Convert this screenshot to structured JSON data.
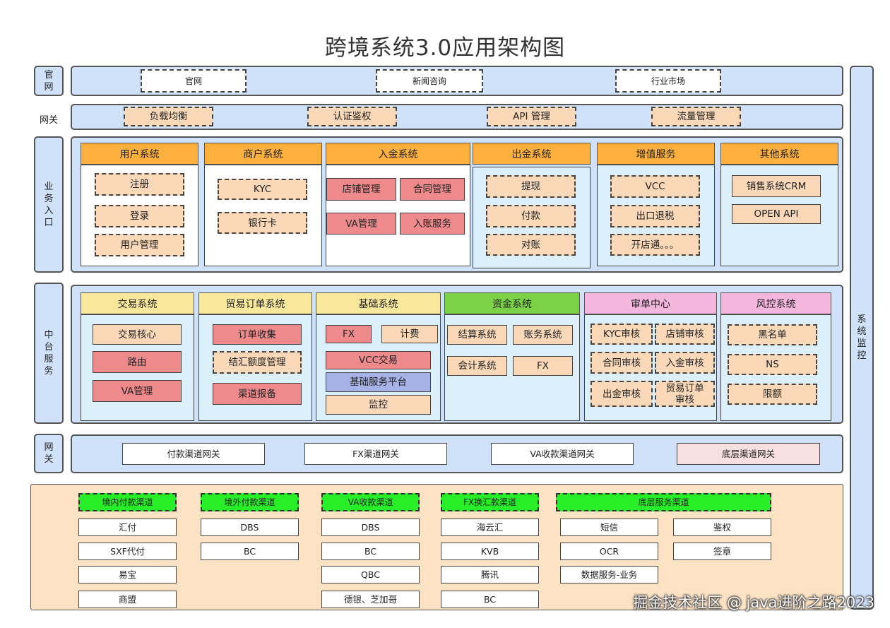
{
  "title": "跨境系统3.0应用架构图",
  "colors": {
    "band_blue": "#cfe2fa",
    "panel_blue": "#dcf0fb",
    "header_orange": "#fdb03d",
    "header_yellow": "#f9e89c",
    "header_green": "#7cd247",
    "header_pink": "#f3b7de",
    "box_peach": "#fbd9b8",
    "box_red": "#ee8a8c",
    "box_violet": "#a7b2e6",
    "channel_green": "#28ee28",
    "bottom_peach": "#fde3c4"
  },
  "labels": {
    "official_site": "官\n网",
    "gateway": "网关",
    "business_entry": "业\n务\n入\n口",
    "middle_platform": "中\n台\n服\n务",
    "gateway_vertical": "网\n关",
    "system_monitor": "系\n统\n监\n控"
  },
  "site_row": [
    "官网",
    "新闻咨询",
    "行业市场"
  ],
  "gateway_row": [
    "负载均衡",
    "认证鉴权",
    "API 管理",
    "流量管理"
  ],
  "business": {
    "user": {
      "header": "用户系统",
      "items": [
        "注册",
        "登录",
        "用户管理"
      ]
    },
    "merchant": {
      "header": "商户系统",
      "items": [
        "KYC",
        "银行卡"
      ]
    },
    "inbound": {
      "header": "入金系统",
      "items": [
        "店铺管理",
        "合同管理",
        "VA管理",
        "入账服务"
      ]
    },
    "outbound": {
      "header": "出金系统",
      "items": [
        "提现",
        "付款",
        "对账"
      ]
    },
    "value_added": {
      "header": "增值服务",
      "items": [
        "VCC",
        "出口退税",
        "开店通。。。"
      ]
    },
    "other": {
      "header": "其他系统",
      "items": [
        "销售系统CRM",
        "OPEN API"
      ]
    }
  },
  "middle": {
    "trade": {
      "header": "交易系统",
      "items": [
        "交易核心",
        "路由",
        "VA管理"
      ]
    },
    "order": {
      "header": "贸易订单系统",
      "items": [
        "订单收集",
        "结汇额度管理",
        "渠道报备"
      ]
    },
    "base": {
      "header": "基础系统",
      "items": [
        "FX",
        "计费",
        "VCC交易",
        "基础服务平台",
        "监控"
      ]
    },
    "funds": {
      "header": "资金系统",
      "items": [
        "结算系统",
        "账务系统",
        "会计系统",
        "FX"
      ]
    },
    "audit": {
      "header": "审单中心",
      "items": [
        "KYC审核",
        "店铺审核",
        "合同审核",
        "入金审核",
        "出金审核",
        "贸易订单\n审核"
      ]
    },
    "risk": {
      "header": "风控系统",
      "items": [
        "黑名单",
        "NS",
        "限额"
      ]
    }
  },
  "gateway_channels": [
    "付款渠道网关",
    "FX渠道网关",
    "VA收款渠道网关",
    "底层渠道网关"
  ],
  "channels": {
    "domestic_pay": {
      "header": "境内付款渠道",
      "items": [
        "汇付",
        "SXF代付",
        "易宝",
        "商盟"
      ]
    },
    "overseas_pay": {
      "header": "境外付款渠道",
      "items": [
        "DBS",
        "BC"
      ]
    },
    "va_collect": {
      "header": "VA收款渠道",
      "items": [
        "DBS",
        "BC",
        "QBC",
        "德银、芝加哥"
      ]
    },
    "fx_exchange": {
      "header": "FX换汇款渠道",
      "items": [
        "海云汇",
        "KVB",
        "腾讯",
        "BC"
      ]
    },
    "base_service": {
      "header": "底层服务渠道",
      "items": [
        "短信",
        "鉴权",
        "OCR",
        "签章",
        "数据服务-业务"
      ]
    }
  },
  "watermark": "掘金技术社区 @ java进阶之路2023"
}
